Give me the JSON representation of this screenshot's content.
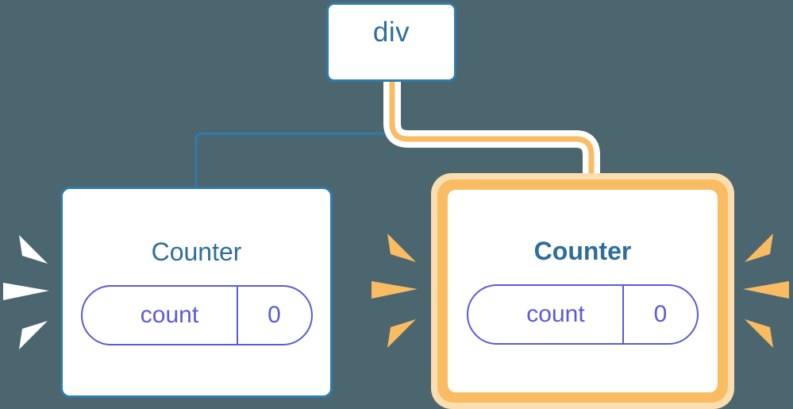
{
  "diagram": {
    "title": "React component tree re-render highlight",
    "background_color": "#4c666f",
    "nodes": [
      {
        "id": "div",
        "label": "div",
        "kind": "element",
        "highlighted": false,
        "border_color": "#2f7bab",
        "text_color": "#2f6e9b"
      },
      {
        "id": "counter-left",
        "label": "Counter",
        "kind": "component",
        "highlighted": false,
        "border_color": "#2f7bab",
        "text_color": "#2f6e9b",
        "state": {
          "key": "count",
          "value": "0"
        }
      },
      {
        "id": "counter-right",
        "label": "Counter",
        "kind": "component",
        "highlighted": true,
        "border_color": "#f9bc63",
        "glow_color": "#fbdeb0",
        "text_color": "#2f6e9b",
        "state": {
          "key": "count",
          "value": "0"
        }
      }
    ],
    "edges": [
      {
        "id": "edge-div-to-counter-left",
        "from": "div",
        "to": "counter-left",
        "color": "#2f7bab",
        "highlighted": false
      },
      {
        "id": "edge-div-to-counter-right",
        "from": "div",
        "to": "counter-right",
        "color": "#f9bc63",
        "halo_color": "#ffffff",
        "highlighted": true
      }
    ],
    "bursts": [
      {
        "id": "burst-left-white",
        "color": "#ffffff",
        "direction": "right",
        "rays": 3
      },
      {
        "id": "burst-mid-orange",
        "color": "#f9bc63",
        "direction": "right",
        "rays": 3
      },
      {
        "id": "burst-right-orange",
        "color": "#f9bc63",
        "direction": "left",
        "rays": 3
      }
    ]
  }
}
